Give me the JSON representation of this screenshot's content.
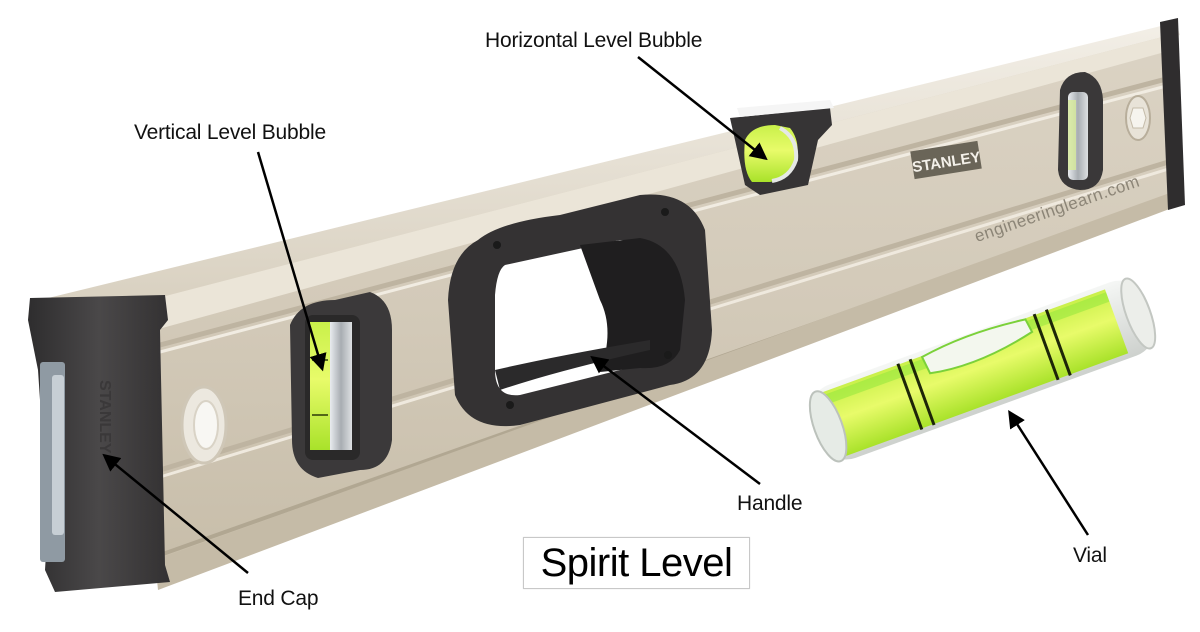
{
  "diagram": {
    "title": "Spirit Level",
    "watermark": "engineeringlearn.com",
    "brand_marking": "STANLEY",
    "end_cap_marking": "STANLEY",
    "labels": [
      {
        "id": "horizontal-level-bubble",
        "text": "Horizontal Level Bubble"
      },
      {
        "id": "vertical-level-bubble",
        "text": "Vertical Level Bubble"
      },
      {
        "id": "handle",
        "text": "Handle"
      },
      {
        "id": "end-cap",
        "text": "End Cap"
      },
      {
        "id": "vial",
        "text": "Vial"
      }
    ],
    "colors": {
      "background": "#ffffff",
      "body": "#d8d0c0",
      "body_highlight": "#ece6da",
      "body_shadow": "#b5ab98",
      "rubber": "#3e3c3c",
      "vial_fluid": "#d8f53a",
      "vial_green": "#7be023",
      "label_text": "#111111",
      "arrow": "#000000"
    }
  }
}
